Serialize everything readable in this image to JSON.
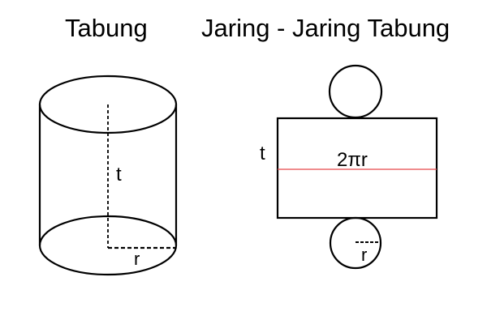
{
  "titles": {
    "cylinder": "Tabung",
    "net": "Jaring - Jaring Tabung"
  },
  "labels": {
    "cylinder_height": "t",
    "cylinder_radius": "r",
    "net_height": "t",
    "net_circumference": "2πr",
    "net_radius": "r"
  },
  "colors": {
    "stroke": "#000000",
    "circumference_line": "#e8474b"
  }
}
